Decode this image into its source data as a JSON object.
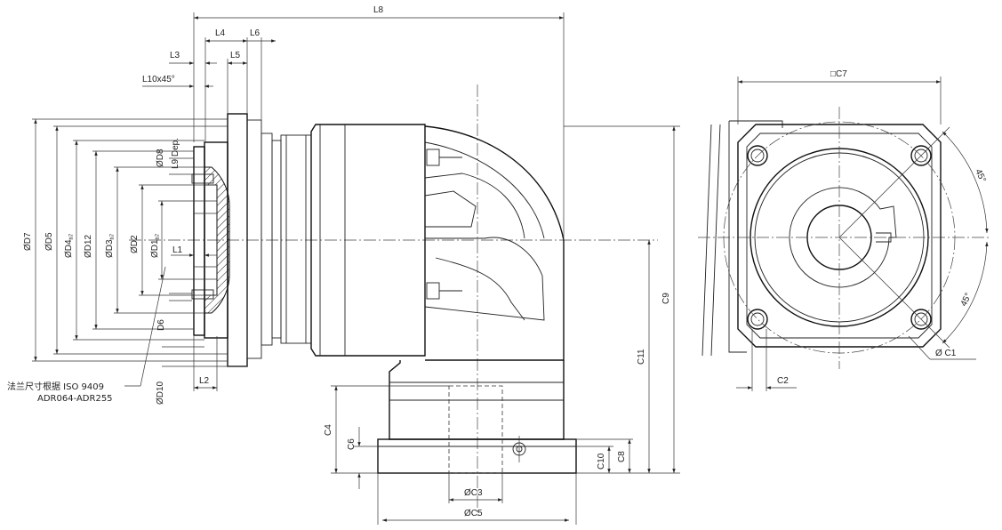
{
  "labels": {
    "L8": "L8",
    "L4": "L4",
    "L6": "L6",
    "L3": "L3",
    "L5": "L5",
    "L10": "L10x45°",
    "L9": "L9 Dep.",
    "D8": "ØD8",
    "D7": "ØD7",
    "D5": "ØD5",
    "D4": "ØD4",
    "D4_sub": "h7",
    "D12": "ØD12",
    "D3": "ØD3",
    "D3_sub": "h7",
    "D2": "ØD2",
    "D1": "ØD1",
    "D1_sub": "h7",
    "L1": "L1",
    "D6": "D6",
    "L2": "L2",
    "D10": "ØD10",
    "C7": "□C7",
    "C9": "C9",
    "C11": "C11",
    "C4": "C4",
    "C6": "C6",
    "C10": "C10",
    "C8": "C8",
    "C3": "ØC3",
    "C5": "ØC5",
    "C1": "Ø C1",
    "C2": "C2",
    "angle1": "45°",
    "angle2": "45°"
  },
  "note": {
    "line1": "法兰尺寸根据 ISO 9409",
    "line2": "ADR064-ADR255"
  }
}
